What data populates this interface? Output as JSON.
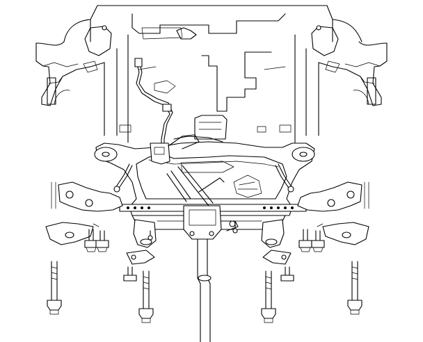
{
  "figure": {
    "background_color": "#ffffff",
    "line_color": "#000000",
    "parts": [
      "vehicle-body-outline",
      "engine-transmission-block",
      "front-suspension-crossmember",
      "left-lower-control-arm",
      "right-lower-control-arm",
      "left-tie-rod",
      "right-tie-rod",
      "steering-gear",
      "intermediate-steering-shaft",
      "wiring-harness",
      "crossmember-mounting-bolts",
      "control-arm-bolts"
    ]
  }
}
